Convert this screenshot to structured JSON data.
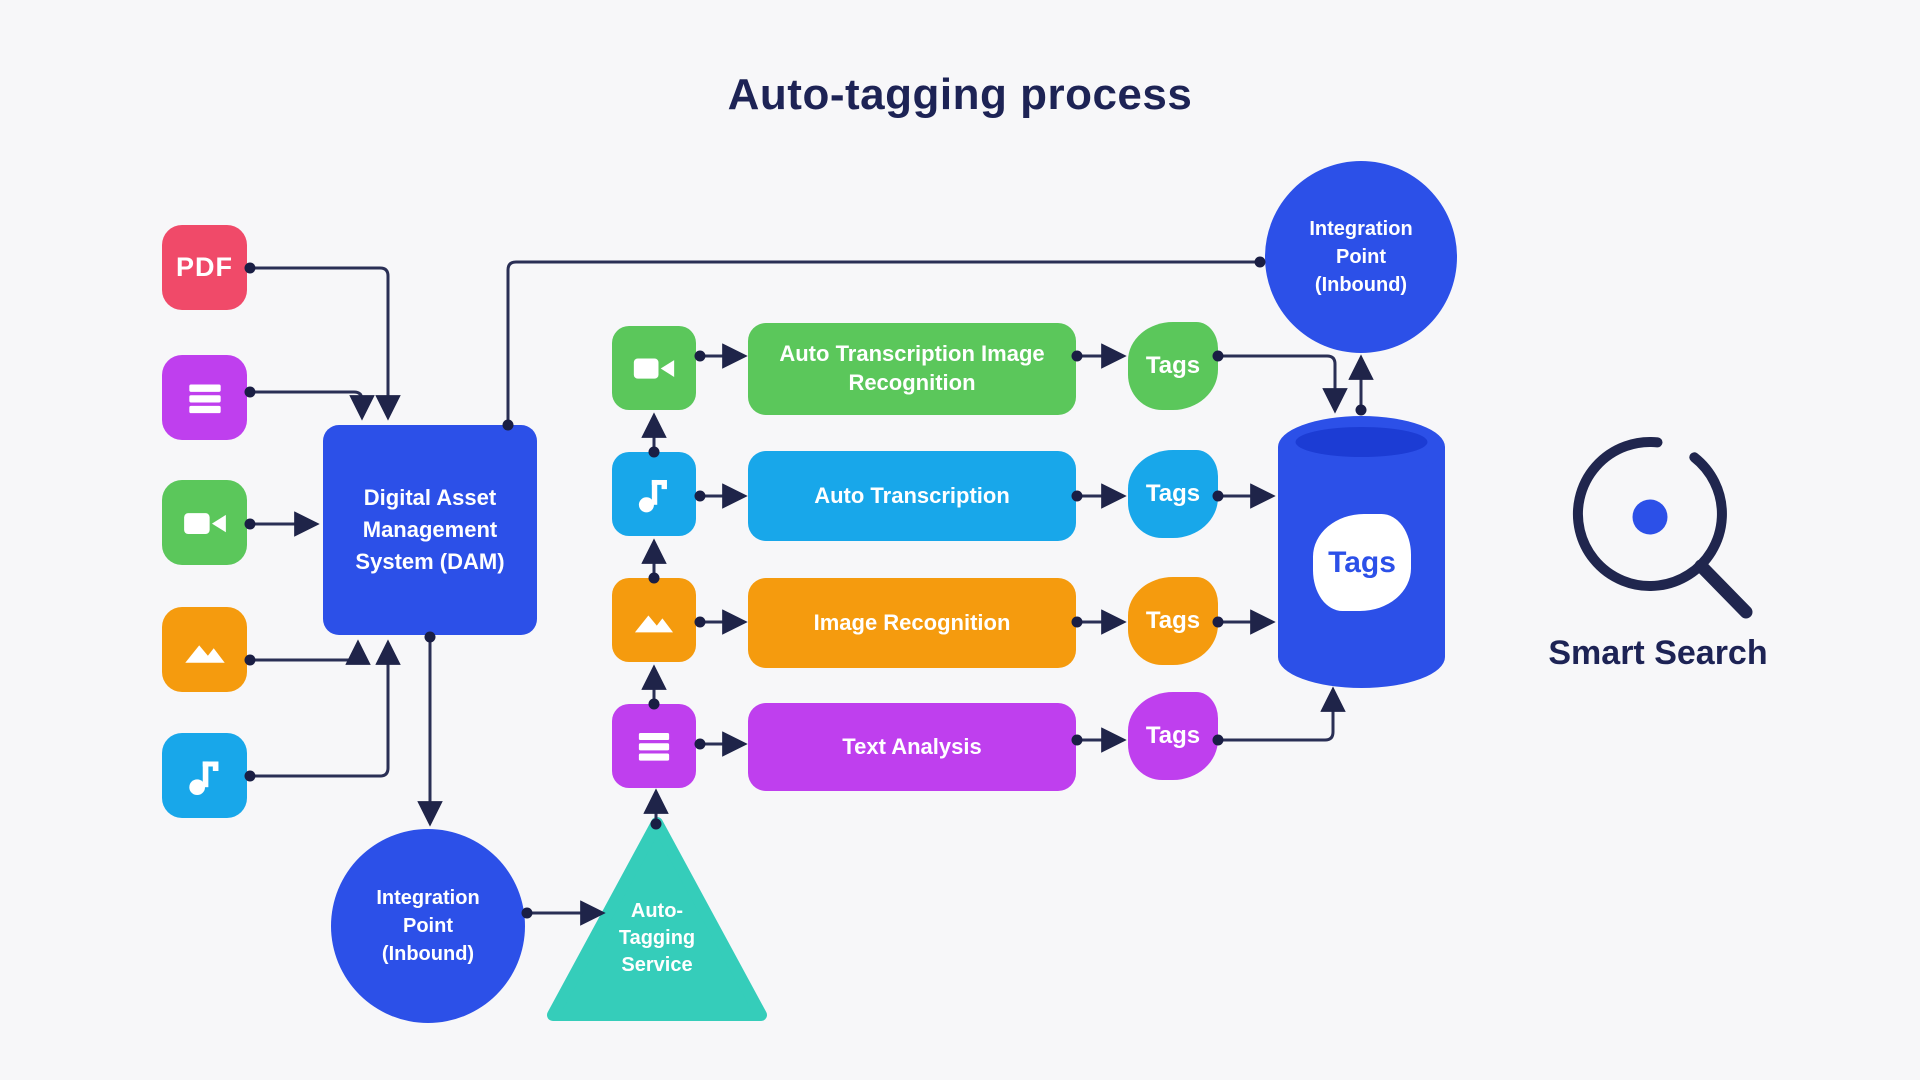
{
  "title": "Auto-tagging process",
  "palette": {
    "background": "#f7f7f9",
    "navy_text": "#1d2355",
    "connector_line": "#2a2f55",
    "blue": "#2c50e8",
    "blue_dark": "#1c3cd4",
    "green": "#5bc75b",
    "light_blue": "#18a7ea",
    "orange": "#f59b0e",
    "purple": "#bf3fee",
    "red": "#f04a69",
    "teal": "#35cdba"
  },
  "inputs": [
    {
      "name": "pdf-file-icon",
      "label": "PDF"
    },
    {
      "name": "text-file-icon"
    },
    {
      "name": "video-file-icon"
    },
    {
      "name": "image-file-icon"
    },
    {
      "name": "audio-file-icon"
    }
  ],
  "dam": {
    "label": "Digital Asset Management System (DAM)"
  },
  "integration_point_top": {
    "label": "Integration Point (Inbound)"
  },
  "integration_point_bottom": {
    "label": "Integration Point (Inbound)"
  },
  "auto_tagging_service": {
    "label": "Auto-Tagging Service"
  },
  "rows": [
    {
      "icon": "video-icon",
      "service": "Auto Transcription Image Recognition",
      "tag": "Tags"
    },
    {
      "icon": "music-note-icon",
      "service": "Auto Transcription",
      "tag": "Tags"
    },
    {
      "icon": "image-icon",
      "service": "Image Recognition",
      "tag": "Tags"
    },
    {
      "icon": "text-icon",
      "service": "Text Analysis",
      "tag": "Tags"
    }
  ],
  "tags_database": {
    "label": "Tags"
  },
  "smart_search": {
    "label": "Smart Search"
  }
}
